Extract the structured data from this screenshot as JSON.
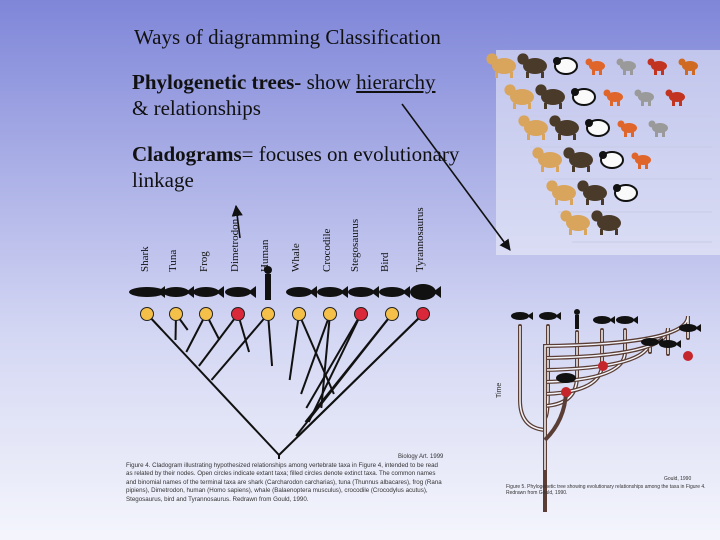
{
  "title": "Ways of diagramming Classification",
  "phylo": {
    "term": "Phylogenetic trees-",
    "pre": " show ",
    "link": "hierarchy",
    "post": "& relationships"
  },
  "clado": {
    "term": "Cladograms",
    "rest": "= focuses on evolutionary linkage"
  },
  "cladogram": {
    "taxa": [
      "Shark",
      "Tuna",
      "Frog",
      "Dimetrodon",
      "Human",
      "Whale",
      "Crocodile",
      "Stegosaurus",
      "Bird",
      "Tyrannosaurus"
    ],
    "node_colors": [
      "#f4c04a",
      "#f4c04a",
      "#f4c04a",
      "#d8283a",
      "#f4c04a",
      "#f4c04a",
      "#f4c04a",
      "#d8283a",
      "#f4c04a",
      "#d8283a"
    ],
    "credit": "Biology Art. 1999",
    "caption": "Figure 4. Cladogram illustrating hypothesized relationships among vertebrate taxa in Figure 4, intended to be read as related by their nodes. Open circles indicate extant taxa; filled circles denote extinct taxa. The common names and binomial names of the terminal taxa are shark (Carcharodon carcharias), tuna (Thunnus albacares), frog (Rana pipiens), Dimetrodon, human (Homo sapiens), whale (Balaenoptera musculus), crocodile (Crocodylus acutus), Stegosaurus, bird and Tyrannosaurus. Redrawn from Gould, 1990."
  },
  "tree": {
    "credit": "Gould, 1990",
    "time_label": "Time",
    "caption": "Figure 5. Phylogenetic tree showing evolutionary relationships among the taxa in Figure 4. Redrawn from Gould, 1990."
  },
  "animals_panel": {
    "rows": [
      7,
      6,
      5,
      4,
      3,
      2
    ]
  }
}
